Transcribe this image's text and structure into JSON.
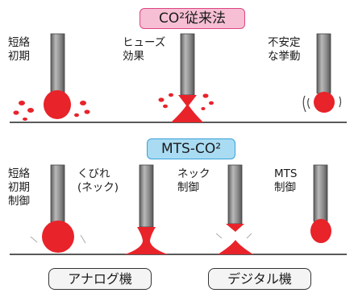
{
  "top_section": {
    "title": "CO²従来法",
    "labels": [
      "短絡\n初期",
      "ヒューズ\n効果",
      "不安定\nな挙動"
    ]
  },
  "mts_section": {
    "title": "MTS-CO²",
    "labels": [
      "短絡\n初期\n制御",
      "くびれ\n(ネック)",
      "ネック\n制御",
      "MTS\n制御"
    ]
  },
  "bottom": {
    "analog_label": "アナログ機",
    "digital_label": "デジタル機"
  },
  "colors": {
    "droplet": "#e8232a",
    "electrode": "#8a8a8a",
    "pill_pink": "#f6bfd4",
    "pill_blue": "#a9dcf3"
  }
}
